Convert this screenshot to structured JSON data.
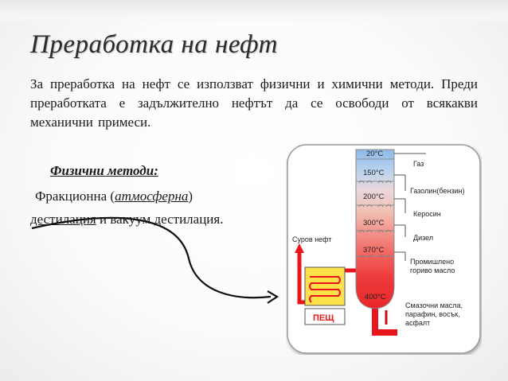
{
  "slide": {
    "title": "Преработка на нефт",
    "paragraph": "За преработка на нефт се използват физични и химични методи. Преди преработката е задължително нефтът да се освободи от всякакви механични примеси.",
    "subheading": "Физични методи:",
    "method_prefix": "Фракционна (",
    "method_atmospheric": "атмосферна",
    "method_suffix": ")",
    "method_line2_underlined": "дестилация",
    "method_line2_rest": " и вакуум дестилация."
  },
  "diagram": {
    "temperatures": [
      "20°C",
      "150°C",
      "200°C",
      "300°C",
      "370°C",
      "400°C"
    ],
    "fractions": [
      "Газ",
      "Газолин(бензин)",
      "Керосин",
      "Дизел",
      "Промишлено",
      "гориво масло",
      "Смазочни масла,",
      "парафин, восък,",
      "асфалт"
    ],
    "feed_label": "Суров нефт",
    "furnace_label": "ПЕЩ",
    "colors": {
      "column_top": "#8fb9e6",
      "column_bottom": "#ee2a2a",
      "pipe_red": "#e8161c",
      "furnace_fill": "#ffe24a"
    }
  }
}
